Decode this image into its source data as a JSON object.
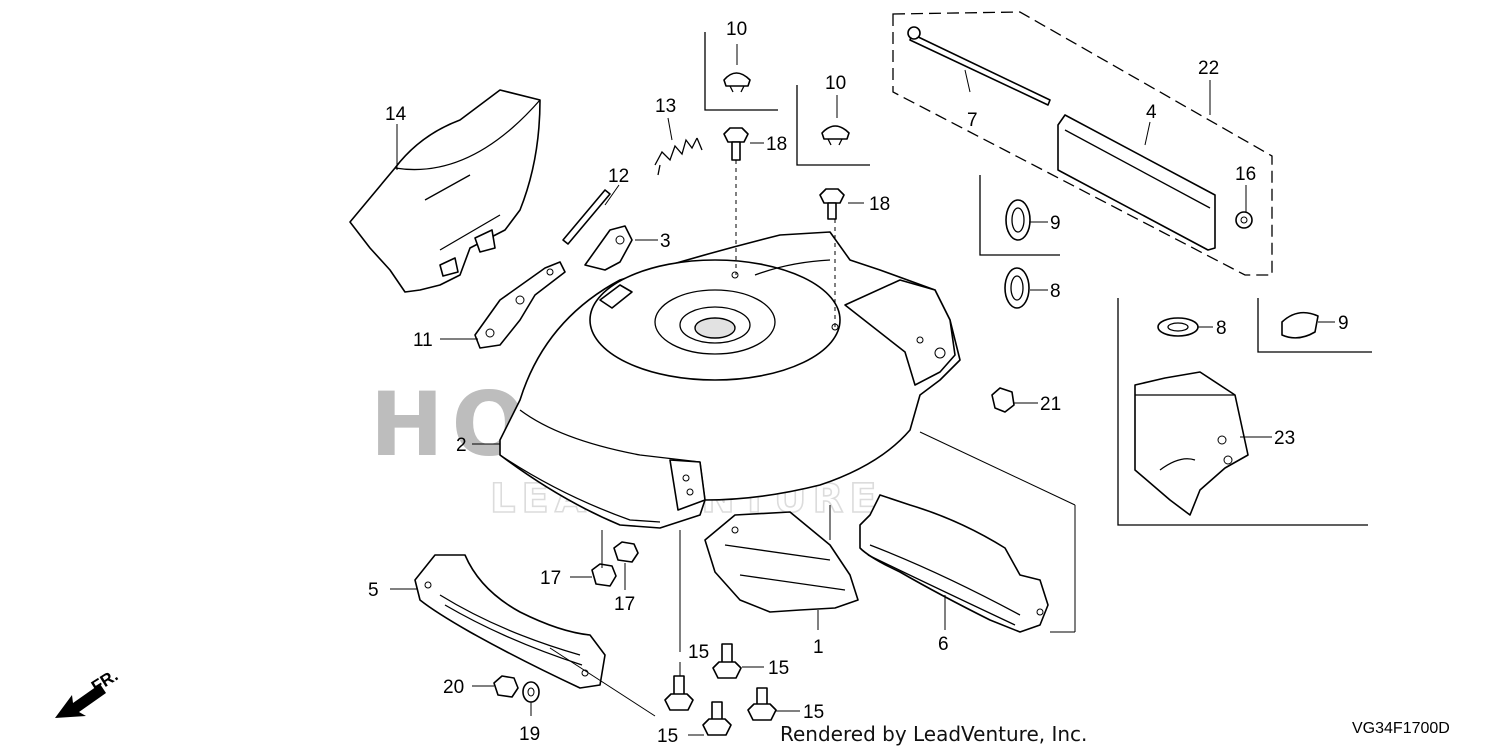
{
  "watermark": {
    "brand": "HONDA",
    "sub": "LEADVENTURE"
  },
  "credit": "Rendered by LeadVenture, Inc.",
  "diagram_code": "VG34F1700D",
  "direction_label": "FR.",
  "callouts": {
    "c1": "1",
    "c2": "2",
    "c3": "3",
    "c4": "4",
    "c5": "5",
    "c6": "6",
    "c7": "7",
    "c8a": "8",
    "c8b": "8",
    "c9a": "9",
    "c9b": "9",
    "c10a": "10",
    "c10b": "10",
    "c11": "11",
    "c12": "12",
    "c13": "13",
    "c14": "14",
    "c15a": "15",
    "c15b": "15",
    "c15c": "15",
    "c15d": "15",
    "c16": "16",
    "c17a": "17",
    "c17b": "17",
    "c18a": "18",
    "c18b": "18",
    "c19": "19",
    "c20": "20",
    "c21": "21",
    "c22": "22",
    "c23": "23"
  }
}
